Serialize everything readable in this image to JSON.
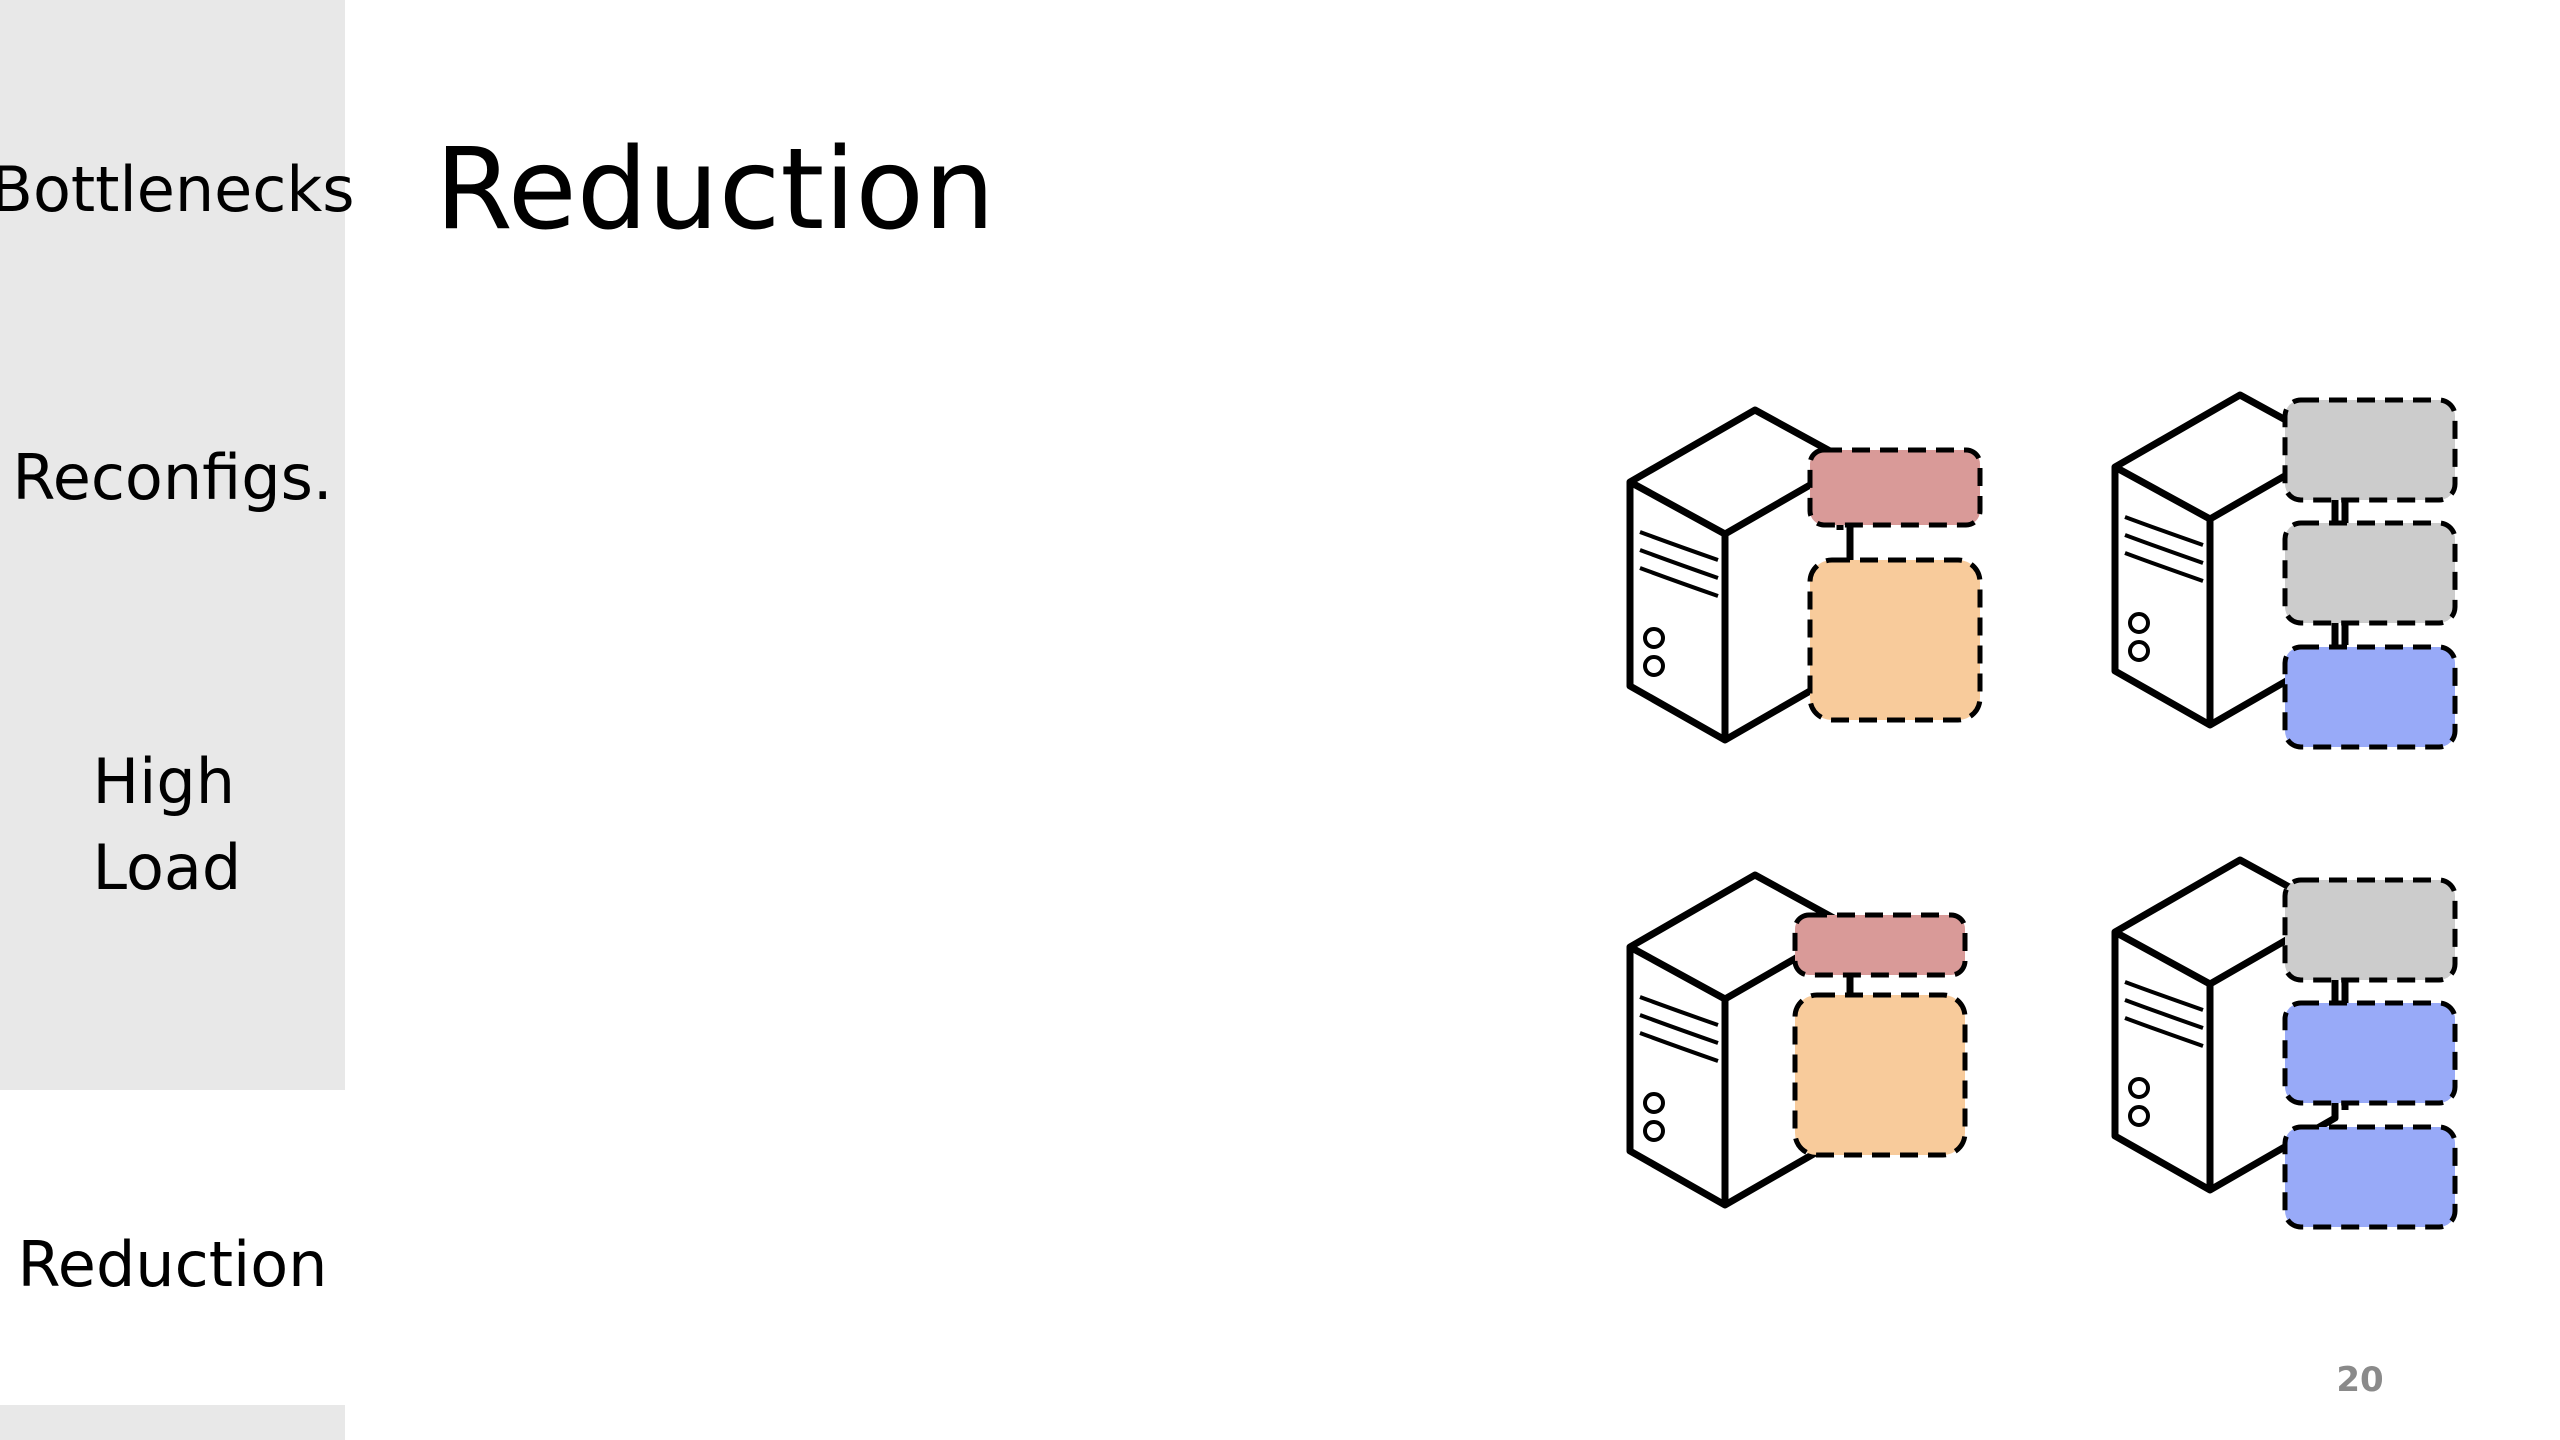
{
  "sidebar": {
    "sections": [
      {
        "label": "Bottlenecks",
        "state": "inactive"
      },
      {
        "label": "Reconfigs.",
        "state": "inactive"
      },
      {
        "label": "High Load",
        "state": "inactive"
      },
      {
        "label": "Reduction",
        "state": "active"
      }
    ]
  },
  "slide": {
    "title": "Reduction",
    "page_number": "20"
  },
  "diagram": {
    "servers": [
      {
        "blocks": [
          "red",
          "orange"
        ]
      },
      {
        "blocks": [
          "gray",
          "gray",
          "blue"
        ]
      },
      {
        "blocks": [
          "red",
          "orange"
        ]
      },
      {
        "blocks": [
          "gray",
          "blue",
          "blue"
        ]
      }
    ],
    "colors": {
      "red": "#d99a98",
      "orange": "#f8cb9b",
      "gray": "#cccccc",
      "blue": "#98aaf8",
      "sidebar_gray": "#e8e8e8"
    }
  }
}
